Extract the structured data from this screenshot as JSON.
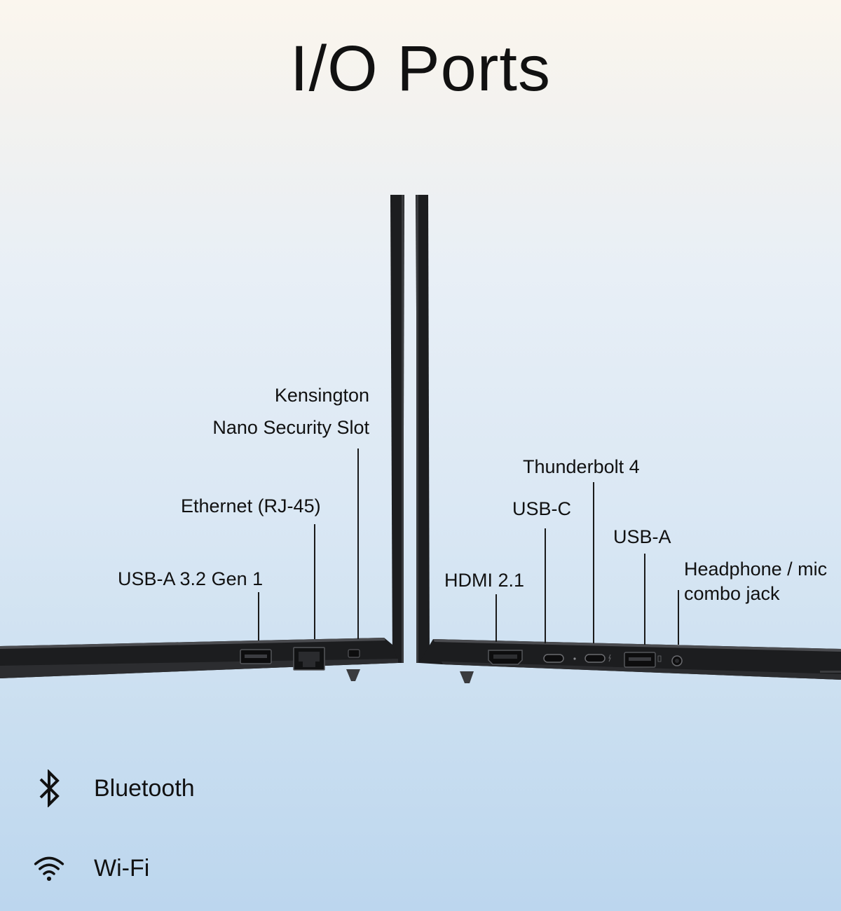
{
  "title": "I/O Ports",
  "left_ports": {
    "kensington_line1": "Kensington",
    "kensington_line2": "Nano Security Slot",
    "ethernet": "Ethernet (RJ-45)",
    "usb_a_gen1": "USB-A 3.2 Gen 1"
  },
  "right_ports": {
    "thunderbolt": "Thunderbolt 4",
    "usb_c": "USB-C",
    "usb_a": "USB-A",
    "hdmi": "HDMI 2.1",
    "headphone_line1": "Headphone / mic",
    "headphone_line2": "combo jack"
  },
  "features": [
    {
      "label": "Bluetooth",
      "icon": "bluetooth-icon"
    },
    {
      "label": "Wi-Fi",
      "icon": "wifi-icon"
    }
  ],
  "colors": {
    "laptop_body": "#1c1d1f",
    "laptop_edge": "#3a3b3e"
  }
}
